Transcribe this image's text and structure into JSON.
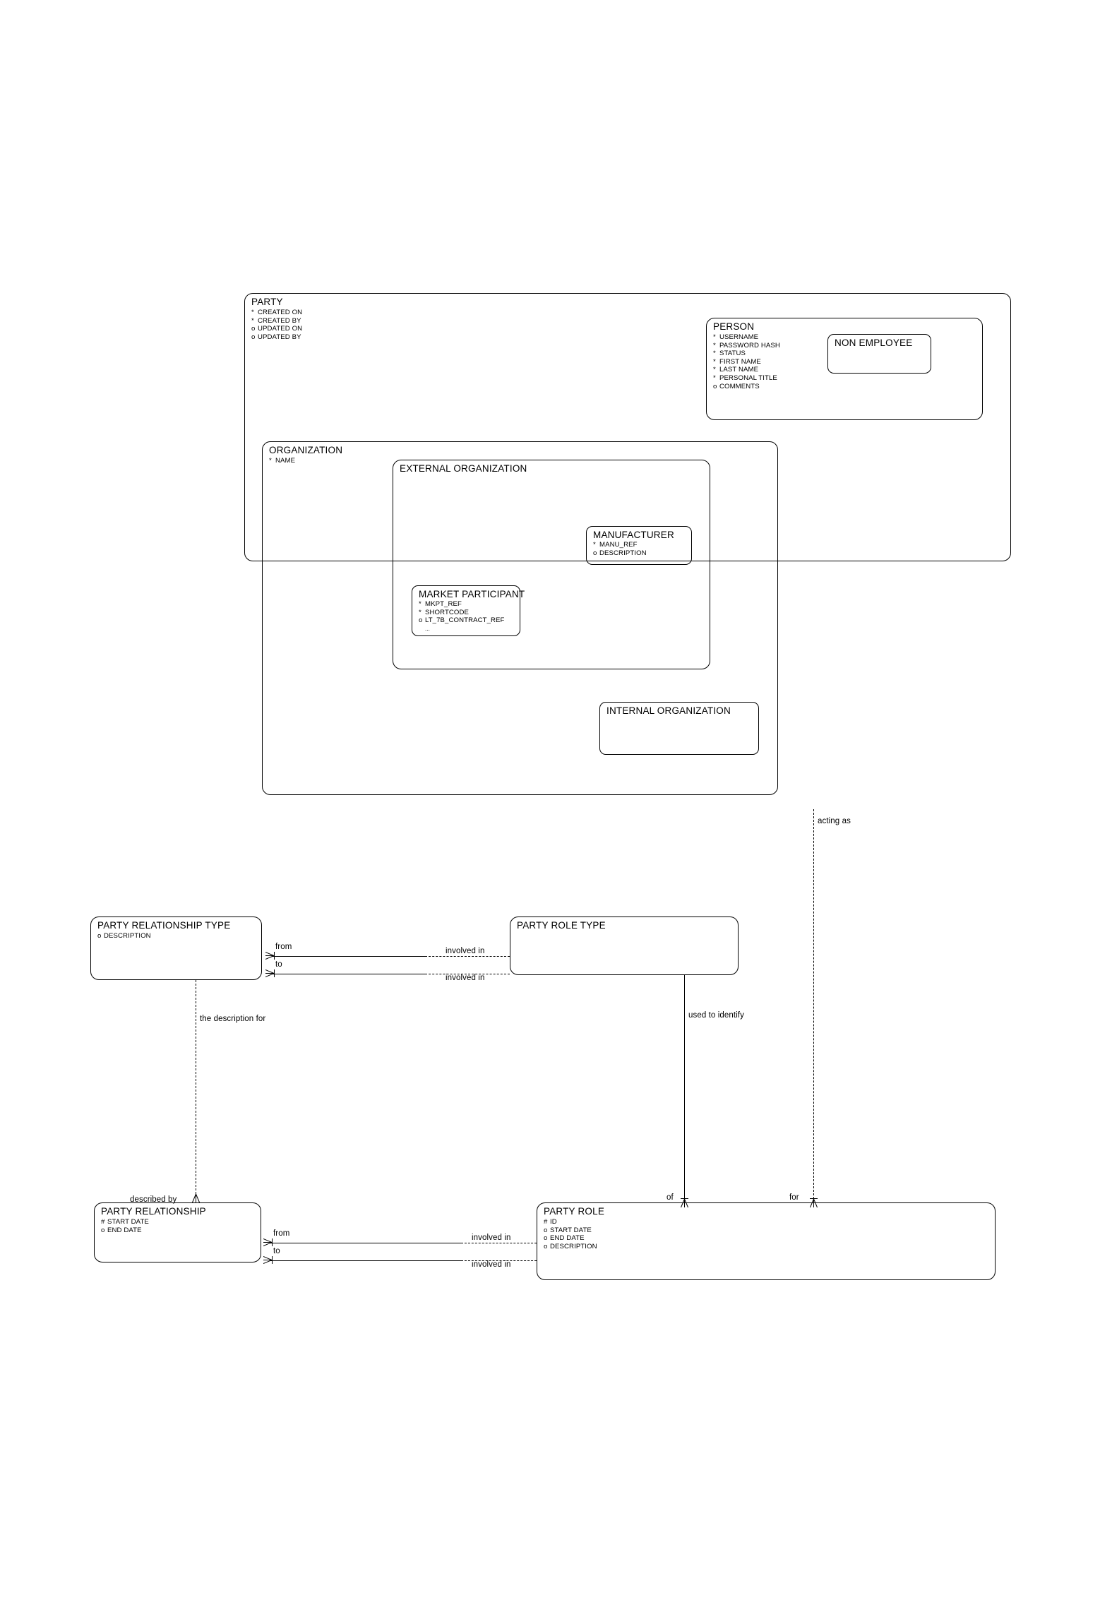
{
  "diagram": {
    "notation": "barker-erd",
    "background": "#ffffff",
    "line_color": "#000000"
  },
  "entities": {
    "party": {
      "title": "PARTY",
      "attributes": [
        {
          "mark": "*",
          "name": "CREATED ON"
        },
        {
          "mark": "*",
          "name": "CREATED BY"
        },
        {
          "mark": "o",
          "name": "UPDATED ON"
        },
        {
          "mark": "o",
          "name": "UPDATED BY"
        }
      ]
    },
    "person": {
      "title": "PERSON",
      "attributes": [
        {
          "mark": "*",
          "name": "USERNAME"
        },
        {
          "mark": "*",
          "name": "PASSWORD HASH"
        },
        {
          "mark": "*",
          "name": "STATUS"
        },
        {
          "mark": "*",
          "name": "FIRST NAME"
        },
        {
          "mark": "*",
          "name": "LAST NAME"
        },
        {
          "mark": "*",
          "name": "PERSONAL TITLE"
        },
        {
          "mark": "o",
          "name": "COMMENTS"
        }
      ]
    },
    "non_employee": {
      "title": "NON EMPLOYEE",
      "attributes": []
    },
    "organization": {
      "title": "ORGANIZATION",
      "attributes": [
        {
          "mark": "*",
          "name": "NAME"
        }
      ]
    },
    "external_organization": {
      "title": "EXTERNAL ORGANIZATION",
      "attributes": []
    },
    "manufacturer": {
      "title": "MANUFACTURER",
      "attributes": [
        {
          "mark": "*",
          "name": "MANU_REF"
        },
        {
          "mark": "o",
          "name": "DESCRIPTION"
        }
      ]
    },
    "market_participant": {
      "title": "MARKET PARTICIPANT",
      "attributes": [
        {
          "mark": "*",
          "name": "MKPT_REF"
        },
        {
          "mark": "*",
          "name": "SHORTCODE"
        },
        {
          "mark": "o",
          "name": "LT_7B_CONTRACT_REF"
        },
        {
          "mark": "",
          "name": "..."
        }
      ]
    },
    "internal_organization": {
      "title": "INTERNAL ORGANIZATION",
      "attributes": []
    },
    "party_relationship_type": {
      "title": "PARTY RELATIONSHIP TYPE",
      "attributes": [
        {
          "mark": "o",
          "name": "DESCRIPTION"
        }
      ]
    },
    "party_role_type": {
      "title": "PARTY ROLE TYPE",
      "attributes": []
    },
    "party_relationship": {
      "title": "PARTY RELATIONSHIP",
      "attributes": [
        {
          "mark": "#",
          "name": "START DATE"
        },
        {
          "mark": "o",
          "name": "END DATE"
        }
      ]
    },
    "party_role": {
      "title": "PARTY ROLE",
      "attributes": [
        {
          "mark": "#",
          "name": "ID"
        },
        {
          "mark": "o",
          "name": "START DATE"
        },
        {
          "mark": "o",
          "name": "END DATE"
        },
        {
          "mark": "o",
          "name": "DESCRIPTION"
        }
      ]
    }
  },
  "relationships": {
    "prt_from": "from",
    "prt_to": "to",
    "prt_involved_in_1": "involved in",
    "prt_involved_in_2": "involved in",
    "the_description_for": "the description for",
    "described_by": "described by",
    "used_to_identify": "used to identify",
    "of": "of",
    "acting_as": "acting as",
    "for": "for",
    "pr_from": "from",
    "pr_to": "to",
    "pr_involved_in_1": "involved in",
    "pr_involved_in_2": "involved in"
  }
}
